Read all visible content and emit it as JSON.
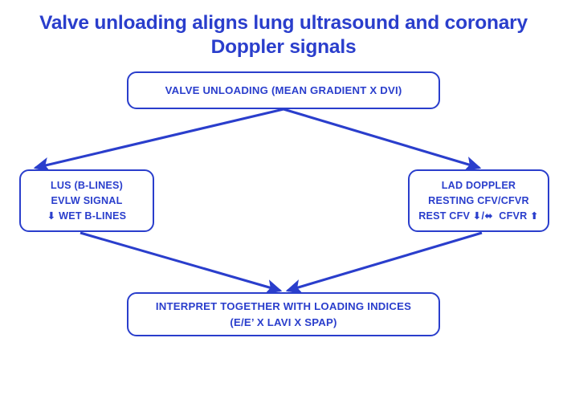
{
  "title": {
    "line1": "Valve unloading aligns lung ultrasound and coronary",
    "line2": "Doppler signals"
  },
  "colors": {
    "accent": "#2A3ECC",
    "background": "#FFFFFF",
    "box_border": "#2A3ECC",
    "box_fill": "#FFFFFF",
    "arrow": "#2A3ECC"
  },
  "nodes": {
    "top": {
      "id": "valve-unloading",
      "lines": [
        "VALVE UNLOADING (MEAN GRADIENT X DVI)"
      ]
    },
    "left": {
      "id": "lus-b-lines",
      "lines": [
        "LUS (B-LINES)",
        "EVLW SIGNAL"
      ],
      "signal_label": "WET B-LINES",
      "signal_arrow": "⬇"
    },
    "right": {
      "id": "lad-doppler",
      "lines": [
        "LAD DOPPLER",
        "RESTING CFV/CFVR"
      ],
      "metric_1_label": "REST CFV",
      "metric_1_arrow_down": "⬇",
      "metric_1_separator": "/",
      "metric_1_arrow_bidir": "⬌",
      "metric_2_label": "CFVR",
      "metric_2_arrow_up": "⬆"
    },
    "bottom": {
      "id": "interpret-together",
      "lines": [
        "INTERPRET TOGETHER WITH LOADING INDICES",
        "(E/E’ X LAVI X SPAP)"
      ]
    }
  },
  "edges": [
    {
      "id": "top-to-left",
      "from": "valve-unloading",
      "to": "lus-b-lines",
      "arrowhead": true
    },
    {
      "id": "top-to-right",
      "from": "valve-unloading",
      "to": "lad-doppler",
      "arrowhead": true
    },
    {
      "id": "left-to-bottom",
      "from": "lus-b-lines",
      "to": "interpret-together",
      "arrowhead": true
    },
    {
      "id": "right-to-bottom",
      "from": "lad-doppler",
      "to": "interpret-together",
      "arrowhead": true
    }
  ]
}
